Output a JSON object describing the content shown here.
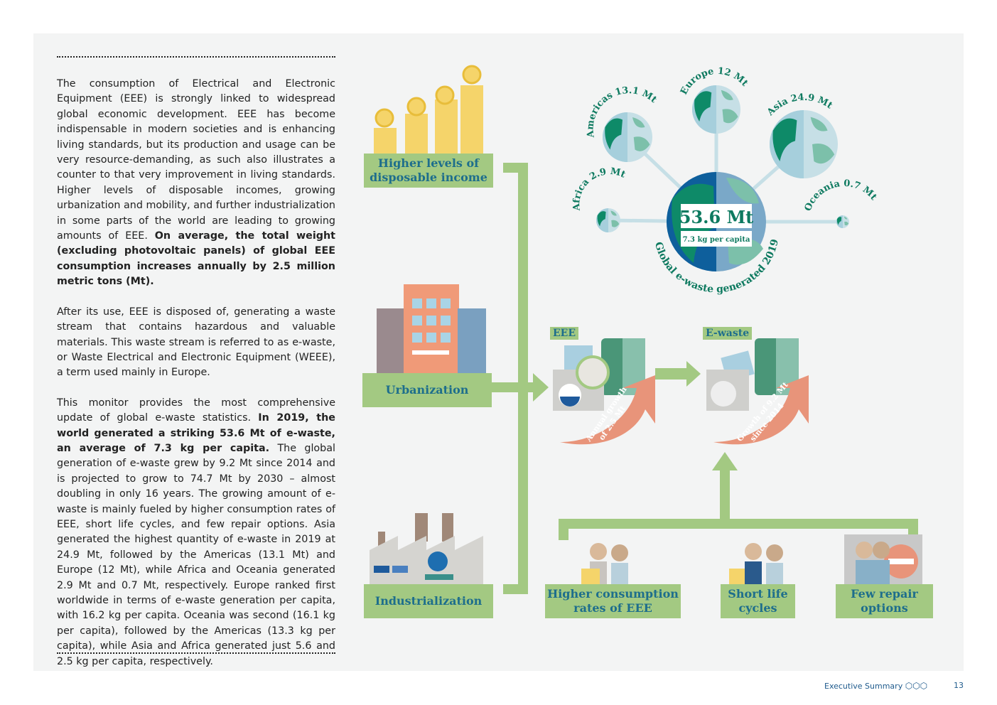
{
  "text": {
    "p1_a": "The consumption of Electrical and Electronic Equipment (EEE) is strongly linked to widespread global economic development. EEE has become indispensable in modern societies and is enhancing living standards, but its production and usage can be very resource-demanding, as such also illustrates a counter to that very improvement in living standards. Higher levels of disposable incomes, growing urbanization and mobility, and further industrialization in some parts of the world are leading to growing amounts of EEE. ",
    "p1_b": "On average, the total weight (excluding photovoltaic panels) of global EEE consumption increases annually by 2.5 million metric tons (Mt).",
    "p2": "After its use, EEE is disposed of, generating a waste stream that contains hazardous and valuable materials. This waste stream is referred to as e-waste, or Waste Electrical and Electronic Equipment (WEEE), a term used mainly in Europe.",
    "p3_a": "This monitor provides the most comprehensive update of global e-waste statistics. ",
    "p3_b": "In 2019, the world generated a striking 53.6 Mt of e-waste, an average of 7.3 kg per capita.",
    "p3_c": " The global generation of e-waste grew by 9.2 Mt since 2014 and is projected to grow to 74.7 Mt by 2030 – almost doubling in only 16 years. The growing amount of e-waste is mainly fueled by higher consumption rates of EEE, short life cycles, and few repair options. Asia generated the highest quantity of e-waste in 2019 at 24.9 Mt, followed by the Americas (13.1 Mt) and Europe (12 Mt), while Africa and Oceania generated 2.9 Mt and 0.7 Mt, respectively. Europe ranked first worldwide in terms of e-waste generation per capita, with 16.2 kg per capita. Oceania was second (16.1 kg per capita), followed by the Americas (13.3 kg per capita), while Asia and Africa generated just 5.6 and 2.5 kg per capita, respectively."
  },
  "drivers": {
    "income": "Higher levels of disposable income",
    "urban": "Urbanization",
    "industry": "Industrialization",
    "consumption": "Higher consumption rates of EEE",
    "short": "Short life cycles",
    "repair": "Few repair options"
  },
  "globes": {
    "total": "53.6 Mt",
    "per_capita": "7.3 kg per capita",
    "caption": "Global e-waste generated 2019",
    "americas": "Americas 13.1 Mt",
    "europe": "Europe 12 Mt",
    "asia": "Asia 24.9 Mt",
    "africa": "Africa 2.9 Mt",
    "oceania": "Oceania 0.7 Mt"
  },
  "flow": {
    "eee": "EEE",
    "ewaste": "E-waste",
    "annual1": "Annual growth",
    "annual2": "of 2.5 Mt",
    "growth1": "Growth of 9.2 Mt",
    "growth2": "since 2014"
  },
  "footer": {
    "section": "Executive Summary",
    "page": "13"
  },
  "colors": {
    "green": "#a3c982",
    "teal": "#1e6e8c",
    "salmon": "#e8947a",
    "panel": "#f3f4f4"
  }
}
